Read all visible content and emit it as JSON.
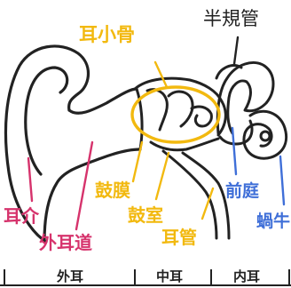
{
  "labels": {
    "ossicles": "耳小骨",
    "semicircular_canals": "半規管",
    "auricle": "耳介",
    "ear_canal": "外耳道",
    "eardrum": "鼓膜",
    "tympanic_cavity": "鼓室",
    "eustachian_tube": "耳管",
    "vestibule": "前庭",
    "cochlea": "蝸牛"
  },
  "regions": {
    "outer_ear": "外耳",
    "middle_ear": "中耳",
    "inner_ear": "内耳"
  },
  "colors": {
    "outline": "#222222",
    "yellow": "#f2b90f",
    "pink": "#d6336c",
    "blue": "#3f6fd8"
  }
}
